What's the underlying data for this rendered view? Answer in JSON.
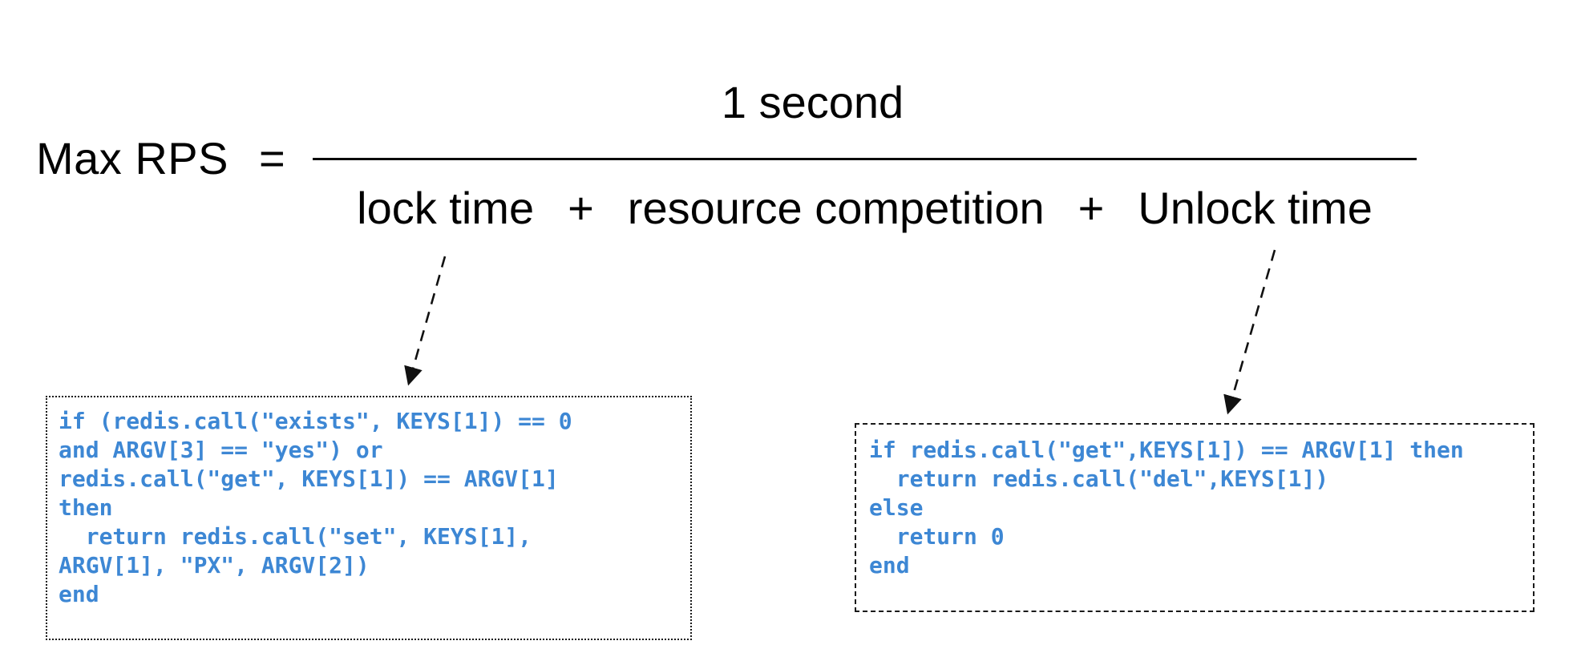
{
  "formula": {
    "lhs": "Max RPS",
    "equals": "=",
    "numerator": "1 second",
    "denominator": {
      "terms": [
        "lock time",
        "resource competition",
        "Unlock time"
      ],
      "operator": "+"
    }
  },
  "code_blocks": {
    "lock_script": {
      "lines": [
        "if (redis.call(\"exists\", KEYS[1]) == 0",
        "and ARGV[3] == \"yes\") or",
        "redis.call(\"get\", KEYS[1]) == ARGV[1]",
        "then",
        "  return redis.call(\"set\", KEYS[1],",
        "ARGV[1], \"PX\", ARGV[2])",
        "end"
      ]
    },
    "unlock_script": {
      "lines": [
        "if redis.call(\"get\",KEYS[1]) == ARGV[1] then",
        "  return redis.call(\"del\",KEYS[1])",
        "else",
        "  return 0",
        "end"
      ]
    }
  },
  "colors": {
    "text": "#000000",
    "code_text": "#3d87d4",
    "arrow": "#111111",
    "border": "#1a1a1a",
    "background": "#ffffff"
  }
}
